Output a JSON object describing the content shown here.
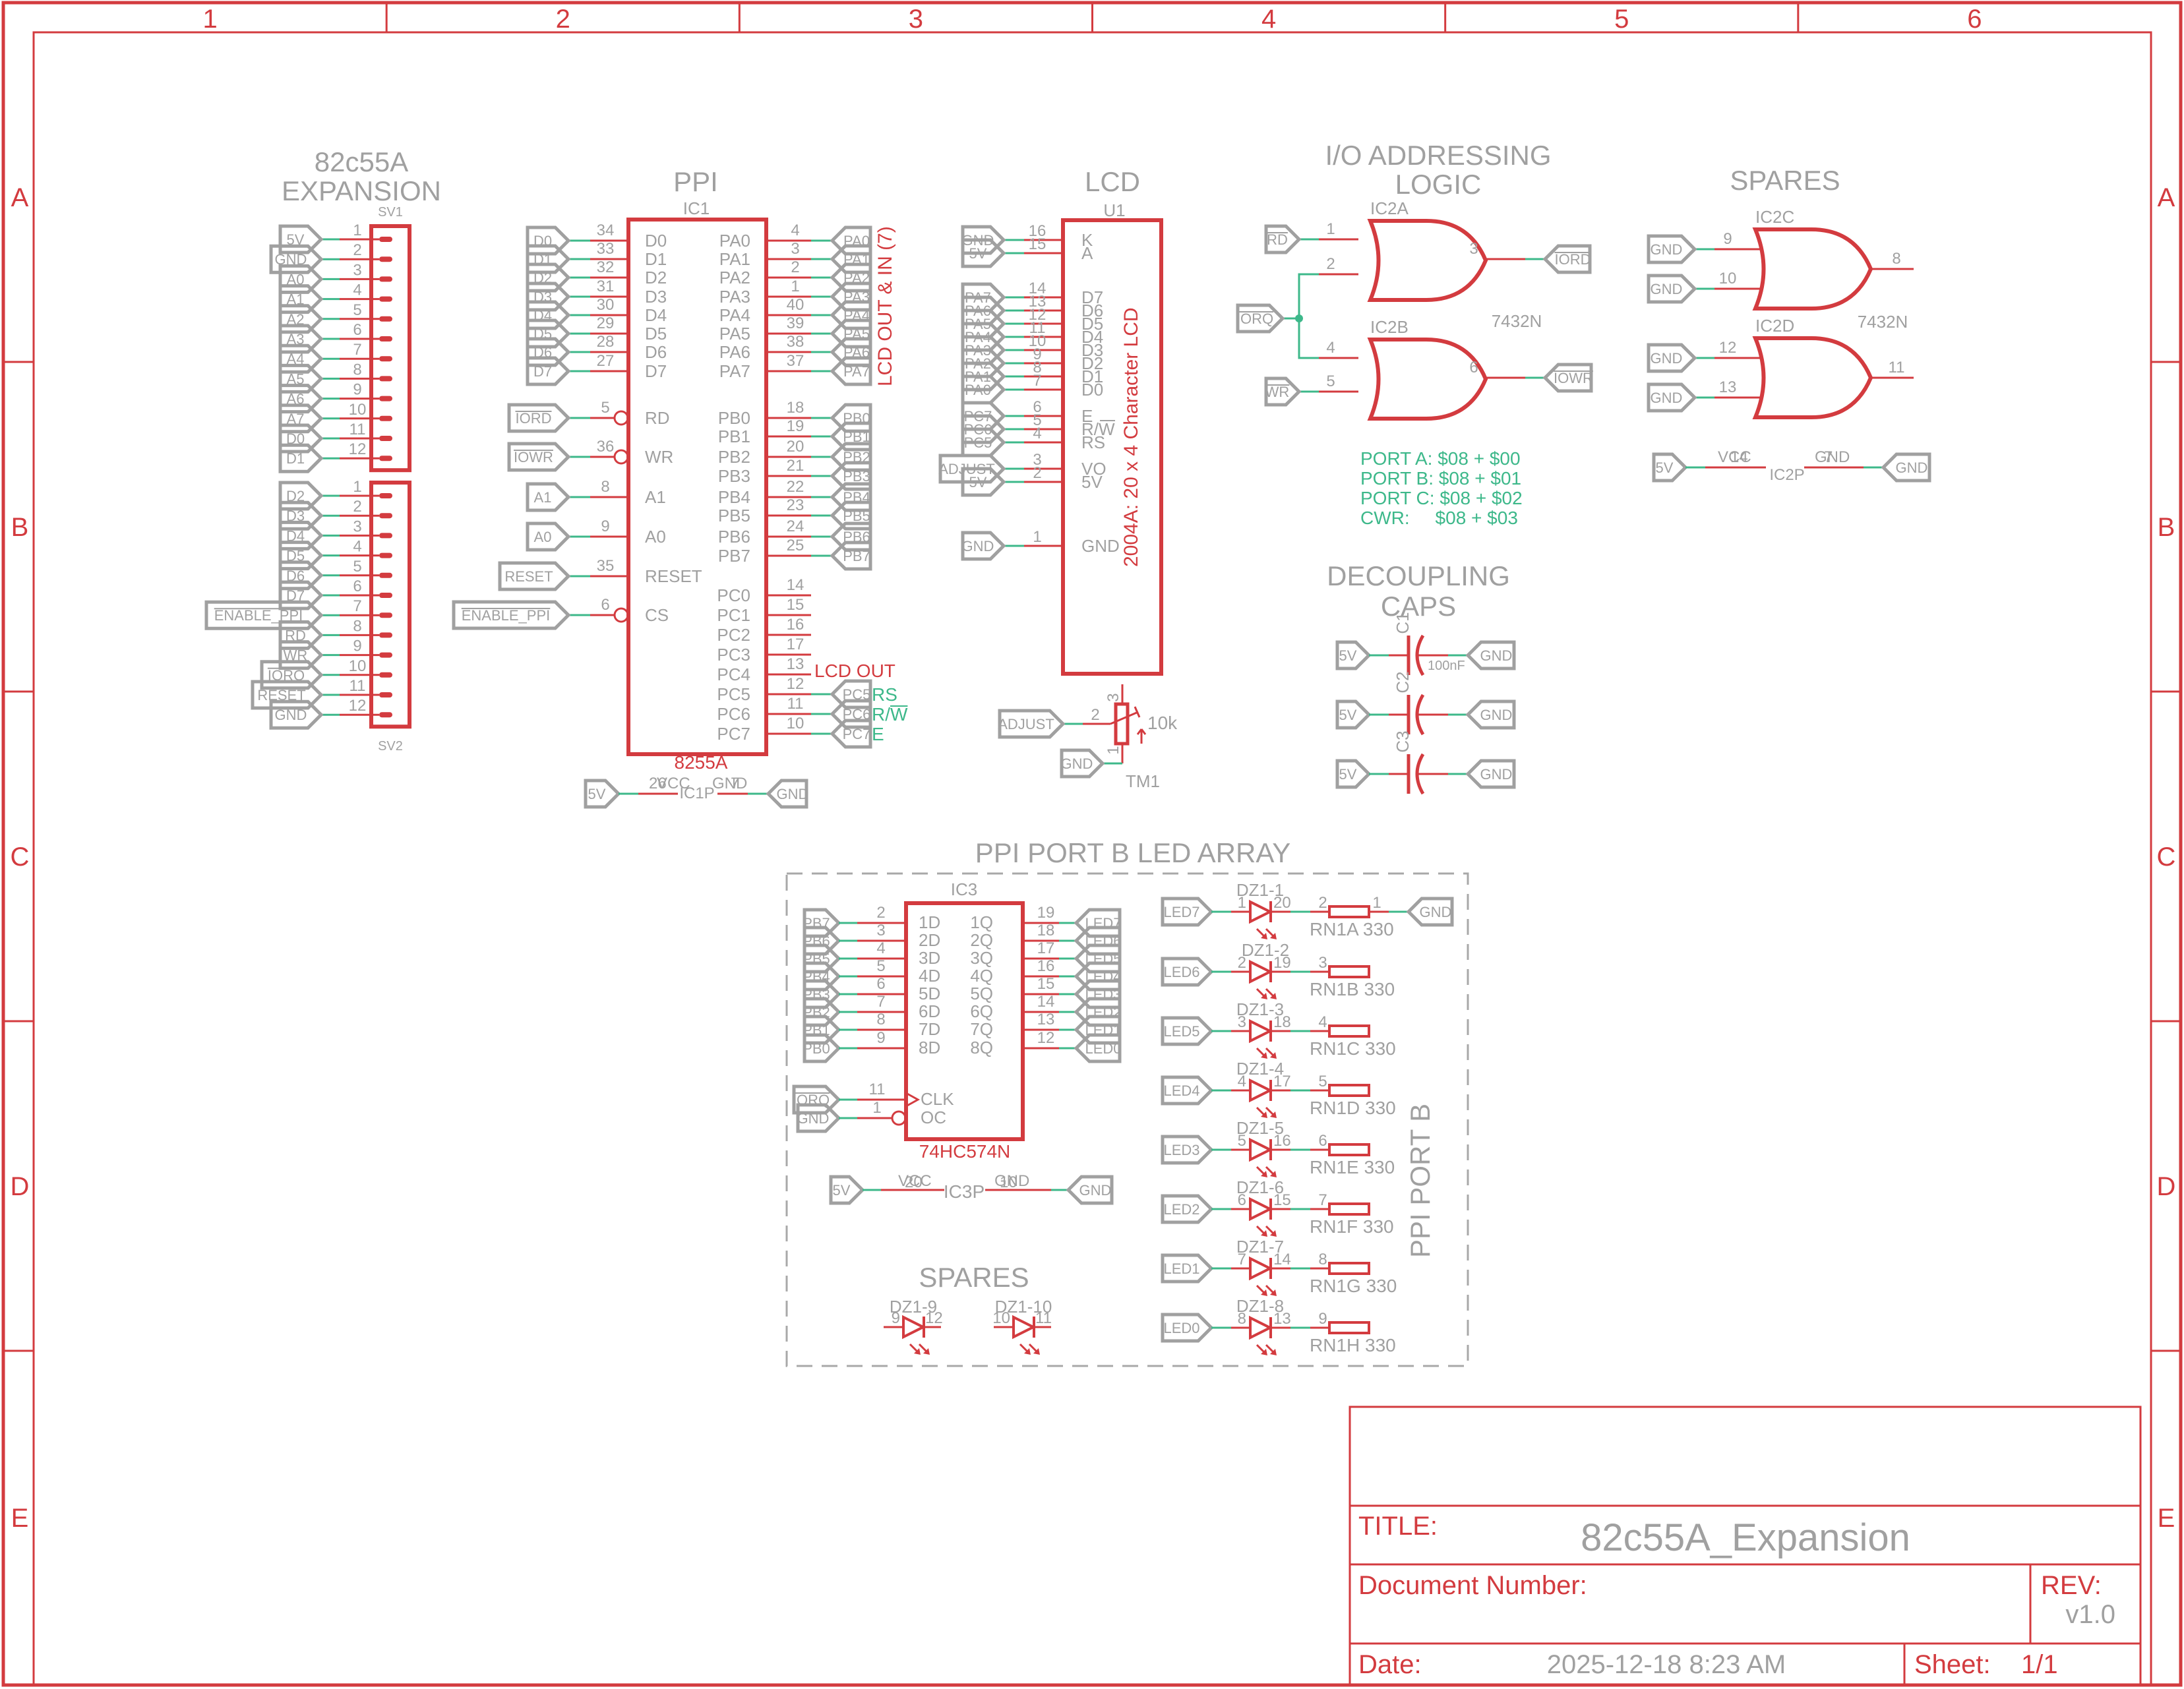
{
  "sheet": {
    "columns": [
      "1",
      "2",
      "3",
      "4",
      "5",
      "6"
    ],
    "rows": [
      "A",
      "B",
      "C",
      "D",
      "E"
    ],
    "colors": {
      "frame": "#d33b3f",
      "text": "#a0a0a0",
      "wire": "#3db88a",
      "part": "#d33b3f"
    }
  },
  "expansion": {
    "title_line1": "82c55A",
    "title_line2": "EXPANSION",
    "sv1": {
      "ref": "SV1",
      "pins": [
        {
          "n": "1",
          "net": "5V",
          "bar": false
        },
        {
          "n": "2",
          "net": "GND",
          "bar": false
        },
        {
          "n": "3",
          "net": "A0",
          "bar": false
        },
        {
          "n": "4",
          "net": "A1",
          "bar": false
        },
        {
          "n": "5",
          "net": "A2",
          "bar": false
        },
        {
          "n": "6",
          "net": "A3",
          "bar": false
        },
        {
          "n": "7",
          "net": "A4",
          "bar": false
        },
        {
          "n": "8",
          "net": "A5",
          "bar": false
        },
        {
          "n": "9",
          "net": "A6",
          "bar": false
        },
        {
          "n": "10",
          "net": "A7",
          "bar": false
        },
        {
          "n": "11",
          "net": "D0",
          "bar": false
        },
        {
          "n": "12",
          "net": "D1",
          "bar": false
        }
      ]
    },
    "sv2": {
      "ref": "SV2",
      "pins": [
        {
          "n": "1",
          "net": "D2",
          "bar": false
        },
        {
          "n": "2",
          "net": "D3",
          "bar": false
        },
        {
          "n": "3",
          "net": "D4",
          "bar": false
        },
        {
          "n": "4",
          "net": "D5",
          "bar": false
        },
        {
          "n": "5",
          "net": "D6",
          "bar": false
        },
        {
          "n": "6",
          "net": "D7",
          "bar": false
        },
        {
          "n": "7",
          "net": "ENABLE_PPI",
          "bar": true
        },
        {
          "n": "8",
          "net": "RD",
          "bar": true
        },
        {
          "n": "9",
          "net": "WR",
          "bar": true
        },
        {
          "n": "10",
          "net": "IORQ",
          "bar": true
        },
        {
          "n": "11",
          "net": "RESET",
          "bar": false
        },
        {
          "n": "12",
          "net": "GND",
          "bar": false
        }
      ]
    }
  },
  "ppi": {
    "title": "PPI",
    "ref": "IC1",
    "value": "8255A",
    "left_pins": [
      {
        "n": "34",
        "name": "D0",
        "net": "D0",
        "bar": false,
        "inv": false
      },
      {
        "n": "33",
        "name": "D1",
        "net": "D1",
        "bar": false,
        "inv": false
      },
      {
        "n": "32",
        "name": "D2",
        "net": "D2",
        "bar": false,
        "inv": false
      },
      {
        "n": "31",
        "name": "D3",
        "net": "D3",
        "bar": false,
        "inv": false
      },
      {
        "n": "30",
        "name": "D4",
        "net": "D4",
        "bar": false,
        "inv": false
      },
      {
        "n": "29",
        "name": "D5",
        "net": "D5",
        "bar": false,
        "inv": false
      },
      {
        "n": "28",
        "name": "D6",
        "net": "D6",
        "bar": false,
        "inv": false
      },
      {
        "n": "27",
        "name": "D7",
        "net": "D7",
        "bar": false,
        "inv": false
      },
      {
        "n": "5",
        "name": "RD",
        "net": "IORD",
        "bar": true,
        "inv": true
      },
      {
        "n": "36",
        "name": "WR",
        "net": "IOWR",
        "bar": true,
        "inv": true
      },
      {
        "n": "8",
        "name": "A1",
        "net": "A1",
        "bar": false,
        "inv": false
      },
      {
        "n": "9",
        "name": "A0",
        "net": "A0",
        "bar": false,
        "inv": false
      },
      {
        "n": "35",
        "name": "RESET",
        "net": "RESET",
        "bar": false,
        "inv": false
      },
      {
        "n": "6",
        "name": "CS",
        "net": "ENABLE_PPI",
        "bar": true,
        "inv": true
      }
    ],
    "right_pins": [
      {
        "n": "4",
        "name": "PA0",
        "net": "PA0"
      },
      {
        "n": "3",
        "name": "PA1",
        "net": "PA1"
      },
      {
        "n": "2",
        "name": "PA2",
        "net": "PA2"
      },
      {
        "n": "1",
        "name": "PA3",
        "net": "PA3"
      },
      {
        "n": "40",
        "name": "PA4",
        "net": "PA4"
      },
      {
        "n": "39",
        "name": "PA5",
        "net": "PA5"
      },
      {
        "n": "38",
        "name": "PA6",
        "net": "PA6"
      },
      {
        "n": "37",
        "name": "PA7",
        "net": "PA7"
      },
      {
        "n": "18",
        "name": "PB0",
        "net": "PB0"
      },
      {
        "n": "19",
        "name": "PB1",
        "net": "PB1"
      },
      {
        "n": "20",
        "name": "PB2",
        "net": "PB2"
      },
      {
        "n": "21",
        "name": "PB3",
        "net": "PB3"
      },
      {
        "n": "22",
        "name": "PB4",
        "net": "PB4"
      },
      {
        "n": "23",
        "name": "PB5",
        "net": "PB5"
      },
      {
        "n": "24",
        "name": "PB6",
        "net": "PB6"
      },
      {
        "n": "25",
        "name": "PB7",
        "net": "PB7"
      },
      {
        "n": "14",
        "name": "PC0",
        "net": ""
      },
      {
        "n": "15",
        "name": "PC1",
        "net": ""
      },
      {
        "n": "16",
        "name": "PC2",
        "net": ""
      },
      {
        "n": "17",
        "name": "PC3",
        "net": ""
      },
      {
        "n": "13",
        "name": "PC4",
        "net": ""
      },
      {
        "n": "12",
        "name": "PC5",
        "net": "PC5"
      },
      {
        "n": "11",
        "name": "PC6",
        "net": "PC6"
      },
      {
        "n": "10",
        "name": "PC7",
        "net": "PC7"
      }
    ],
    "port_a_note": "LCD OUT & IN (7)",
    "port_c_note": "LCD OUT",
    "pc_signals": [
      {
        "text": "RS",
        "bar": ""
      },
      {
        "text": "R/",
        "bar": "W"
      },
      {
        "text": "E",
        "bar": ""
      }
    ],
    "power": {
      "ref": "IC1P",
      "vcc_name": "VCC",
      "vcc_pin": "26",
      "gnd_name": "GND",
      "gnd_pin": "7",
      "vcc_net": "5V",
      "gnd_net": "GND"
    }
  },
  "lcd": {
    "title": "LCD",
    "ref": "U1",
    "value": "2004A: 20 x 4 Character LCD",
    "pins": [
      {
        "n": "16",
        "name": "K",
        "net": "GND"
      },
      {
        "n": "15",
        "name": "A",
        "net": "5V"
      },
      {
        "n": "14",
        "name": "D7",
        "net": "PA7"
      },
      {
        "n": "13",
        "name": "D6",
        "net": "PA6"
      },
      {
        "n": "12",
        "name": "D5",
        "net": "PA5"
      },
      {
        "n": "11",
        "name": "D4",
        "net": "PA4"
      },
      {
        "n": "10",
        "name": "D3",
        "net": "PA3"
      },
      {
        "n": "9",
        "name": "D2",
        "net": "PA2"
      },
      {
        "n": "8",
        "name": "D1",
        "net": "PA1"
      },
      {
        "n": "7",
        "name": "D0",
        "net": "PA0"
      },
      {
        "n": "6",
        "name": "E",
        "net": "PC7"
      },
      {
        "n": "5",
        "name": "R/W",
        "net": "PC6"
      },
      {
        "n": "4",
        "name": "RS",
        "net": "PC5"
      },
      {
        "n": "3",
        "name": "VO",
        "net": "ADJUST"
      },
      {
        "n": "2",
        "name": "5V",
        "net": "5V"
      },
      {
        "n": "1",
        "name": "GND",
        "net": "GND"
      }
    ],
    "trimmer": {
      "ref": "TM1",
      "value": "10k",
      "pin_wiper": "2",
      "pin_top": "3",
      "pin_bottom": "1",
      "wiper_net": "ADJUST",
      "bottom_net": "GND"
    }
  },
  "io_logic": {
    "title_line1": "I/O ADDRESSING",
    "title_line2": "LOGIC",
    "value": "7432N",
    "gates": [
      {
        "ref": "IC2A",
        "in1_pin": "1",
        "in1_net": "RD",
        "in2_pin": "2",
        "out_pin": "3",
        "out_net": "IORD"
      },
      {
        "ref": "IC2B",
        "in1_pin": "4",
        "in2_pin": "5",
        "in2_net": "WR",
        "out_pin": "6",
        "out_net": "IOWR"
      }
    ],
    "shared_net": "IORQ",
    "address_notes": [
      "PORT A: $08 + $00",
      "PORT B: $08 + $01",
      "PORT C: $08 + $02",
      "CWR:     $08 + $03"
    ]
  },
  "spares_gates": {
    "title": "SPARES",
    "value": "7432N",
    "gates": [
      {
        "ref": "IC2C",
        "in1_pin": "9",
        "in2_pin": "10",
        "out_pin": "8",
        "in_net": "GND"
      },
      {
        "ref": "IC2D",
        "in1_pin": "12",
        "in2_pin": "13",
        "out_pin": "11",
        "in_net": "GND"
      }
    ],
    "power": {
      "ref": "IC2P",
      "vcc_name": "VCC",
      "vcc_pin": "14",
      "gnd_name": "GND",
      "gnd_pin": "7",
      "vcc_net": "5V",
      "gnd_net": "GND"
    }
  },
  "decoupling": {
    "title_line1": "DECOUPLING",
    "title_line2": "CAPS",
    "caps": [
      {
        "ref": "C1",
        "value": "100nF",
        "left_net": "5V",
        "right_net": "GND"
      },
      {
        "ref": "C2",
        "value": "",
        "left_net": "5V",
        "right_net": "GND"
      },
      {
        "ref": "C3",
        "value": "",
        "left_net": "5V",
        "right_net": "GND"
      }
    ]
  },
  "led_array": {
    "title": "PPI PORT B LED ARRAY",
    "side_label": "PPI PORT B",
    "latch": {
      "ref": "IC3",
      "value": "74HC574N",
      "inputs": [
        {
          "n": "2",
          "name": "1D",
          "net": "PB7"
        },
        {
          "n": "3",
          "name": "2D",
          "net": "PB6"
        },
        {
          "n": "4",
          "name": "3D",
          "net": "PB5"
        },
        {
          "n": "5",
          "name": "4D",
          "net": "PB4"
        },
        {
          "n": "6",
          "name": "5D",
          "net": "PB3"
        },
        {
          "n": "7",
          "name": "6D",
          "net": "PB2"
        },
        {
          "n": "8",
          "name": "7D",
          "net": "PB1"
        },
        {
          "n": "9",
          "name": "8D",
          "net": "PB0"
        }
      ],
      "outputs": [
        {
          "n": "19",
          "name": "1Q",
          "net": "LED7"
        },
        {
          "n": "18",
          "name": "2Q",
          "net": "LED6"
        },
        {
          "n": "17",
          "name": "3Q",
          "net": "LED5"
        },
        {
          "n": "16",
          "name": "4Q",
          "net": "LED4"
        },
        {
          "n": "15",
          "name": "5Q",
          "net": "LED3"
        },
        {
          "n": "14",
          "name": "6Q",
          "net": "LED2"
        },
        {
          "n": "13",
          "name": "7Q",
          "net": "LED1"
        },
        {
          "n": "12",
          "name": "8Q",
          "net": "LED0"
        }
      ],
      "clk": {
        "n": "11",
        "name": "CLK",
        "net": "IORQ"
      },
      "oc": {
        "n": "1",
        "name": "OC",
        "net": "GND"
      },
      "power": {
        "ref": "IC3P",
        "vcc_name": "VCC",
        "vcc_pin": "20",
        "gnd_name": "GND",
        "gnd_pin": "10",
        "vcc_net": "5V",
        "gnd_net": "GND"
      }
    },
    "leds": [
      {
        "ref": "DZ1-1",
        "a": "1",
        "k": "20",
        "net": "LED7",
        "rn": "RN1A",
        "rpin": "2",
        "rval": "330",
        "rpin2": "1",
        "rnet": "GND"
      },
      {
        "ref": "DZ1-2",
        "a": "2",
        "k": "19",
        "net": "LED6",
        "rn": "RN1B",
        "rpin": "3",
        "rval": "330"
      },
      {
        "ref": "DZ1-3",
        "a": "3",
        "k": "18",
        "net": "LED5",
        "rn": "RN1C",
        "rpin": "4",
        "rval": "330"
      },
      {
        "ref": "DZ1-4",
        "a": "4",
        "k": "17",
        "net": "LED4",
        "rn": "RN1D",
        "rpin": "5",
        "rval": "330"
      },
      {
        "ref": "DZ1-5",
        "a": "5",
        "k": "16",
        "net": "LED3",
        "rn": "RN1E",
        "rpin": "6",
        "rval": "330"
      },
      {
        "ref": "DZ1-6",
        "a": "6",
        "k": "15",
        "net": "LED2",
        "rn": "RN1F",
        "rpin": "7",
        "rval": "330"
      },
      {
        "ref": "DZ1-7",
        "a": "7",
        "k": "14",
        "net": "LED1",
        "rn": "RN1G",
        "rpin": "8",
        "rval": "330"
      },
      {
        "ref": "DZ1-8",
        "a": "8",
        "k": "13",
        "net": "LED0",
        "rn": "RN1H",
        "rpin": "9",
        "rval": "330"
      }
    ],
    "spares_title": "SPARES",
    "spare_leds": [
      {
        "ref": "DZ1-9",
        "a": "9",
        "k": "12"
      },
      {
        "ref": "DZ1-10",
        "a": "10",
        "k": "11"
      }
    ]
  },
  "title_block": {
    "title_label": "TITLE:",
    "title_value": "82c55A_Expansion",
    "doc_label": "Document Number:",
    "doc_value": "",
    "rev_label": "REV:",
    "rev_value": "v1.0",
    "date_label": "Date:",
    "date_value": "2025-12-18 8:23 AM",
    "sheet_label": "Sheet:",
    "sheet_value": "1/1"
  }
}
